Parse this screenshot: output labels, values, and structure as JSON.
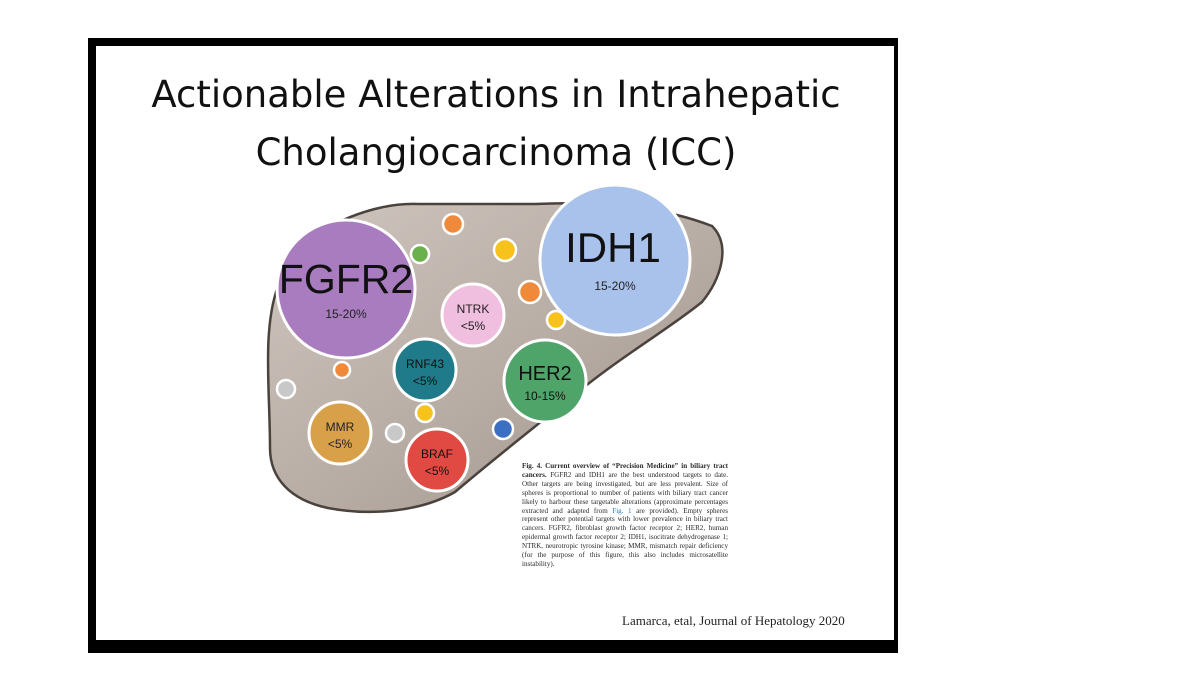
{
  "title": {
    "line1": "Actionable Alterations in Intrahepatic",
    "line2": "Cholangiocarcinoma  (ICC)"
  },
  "spheres": [
    {
      "name": "FGFR2",
      "value": "15-20%",
      "color": "#a87cbf"
    },
    {
      "name": "IDH1",
      "value": "15-20%",
      "color": "#a9c2ec"
    },
    {
      "name": "NTRK",
      "value": "<5%",
      "color": "#f0bede"
    },
    {
      "name": "RNF43",
      "value": "<5%",
      "color": "#1f7a8a"
    },
    {
      "name": "HER2",
      "value": "10-15%",
      "color": "#4fa46a"
    },
    {
      "name": "MMR",
      "value": "<5%",
      "color": "#d9a04a"
    },
    {
      "name": "BRAF",
      "value": "<5%",
      "color": "#e04a42"
    }
  ],
  "small_spheres": [
    {
      "color": "#f08a3a"
    },
    {
      "color": "#6ab04c"
    },
    {
      "color": "#f7c21c"
    },
    {
      "color": "#f08a3a"
    },
    {
      "color": "#f7c21c"
    },
    {
      "color": "#f08a3a"
    },
    {
      "color": "#c8c8c8"
    },
    {
      "color": "#f7c21c"
    },
    {
      "color": "#c8c8c8"
    },
    {
      "color": "#3a6fc4"
    }
  ],
  "caption": {
    "heading": "Fig. 4. Current overview of “Precision Medicine” in biliary tract cancers.",
    "body_1": "FGFR2 and IDH1 are the best understood targets to date. Other targets are being investigated, but are less prevalent. Size of spheres is proportional to number of patients with biliary tract cancer likely to harbour these targetable alterations (approximate percentages extracted and adapted from",
    "link": "Fig. 1",
    "body_2": "are provided). Empty spheres represent other potential targets with lower prevalence in biliary tract cancers. FGFR2, fibroblast growth factor receptor 2; HER2, human epidermal growth factor receptor 2; IDH1, isocitrate dehydrogenase 1; NTRK, neurotropic tyrosine kinase; MMR, mismatch repair deficiency (for the purpose of this figure, this also includes microsatellite instability)."
  },
  "citation": "Lamarca, etal, Journal of Hepatology 2020"
}
